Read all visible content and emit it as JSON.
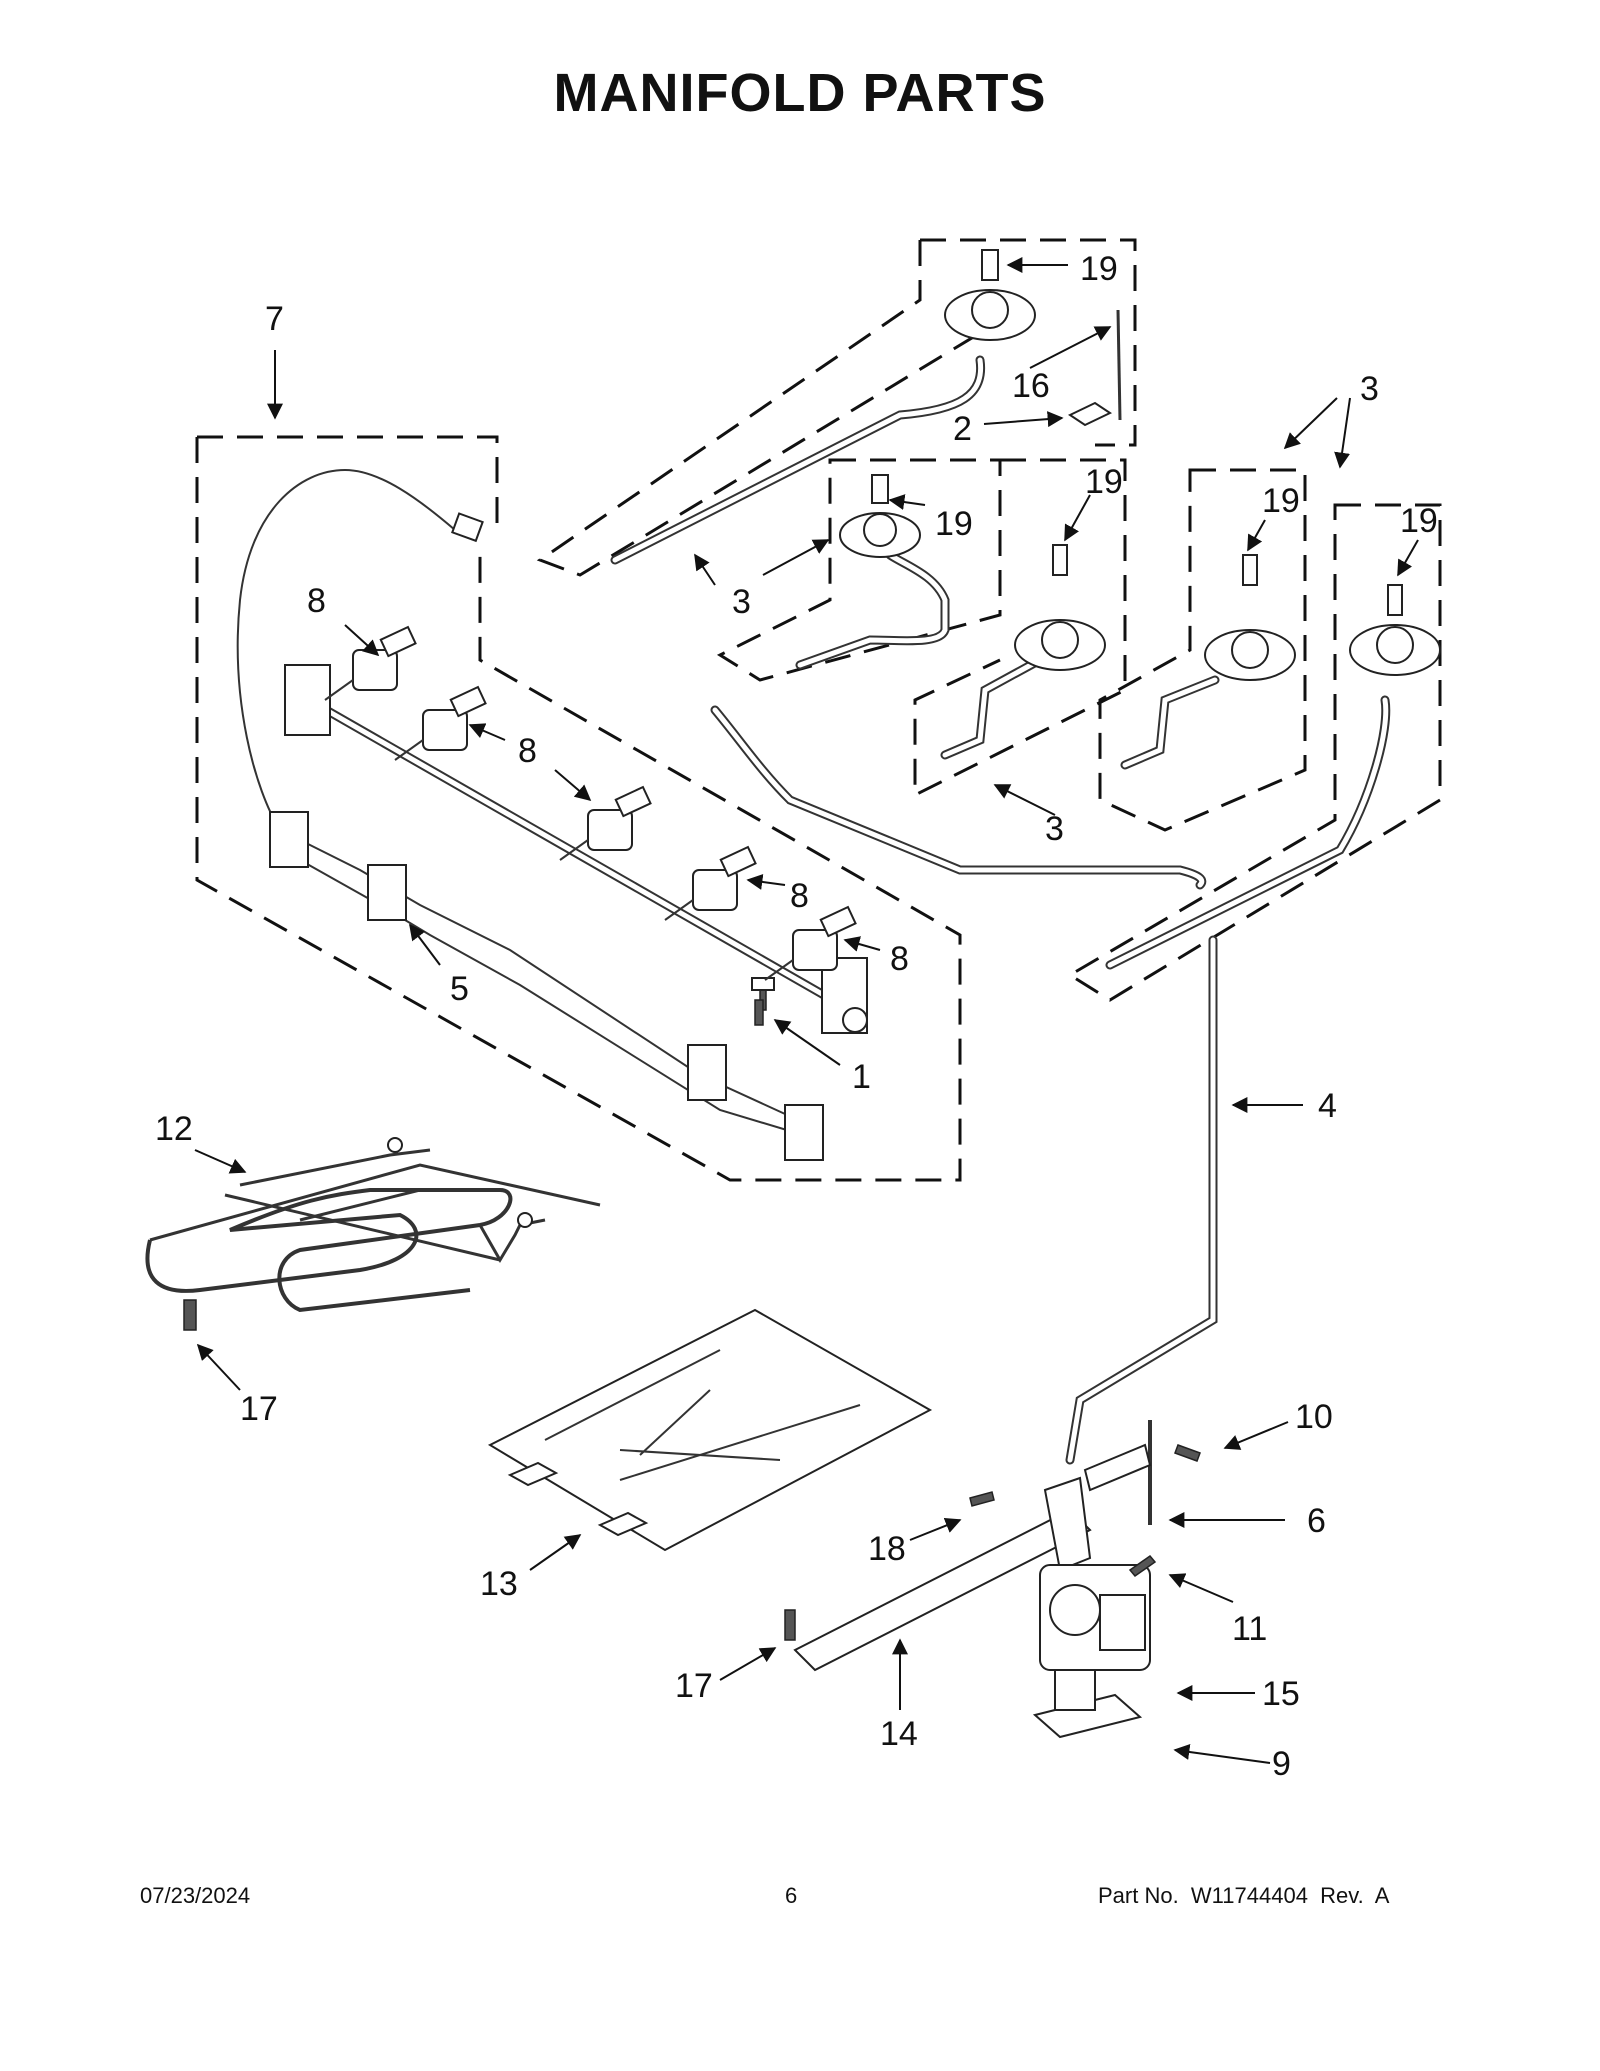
{
  "title": "MANIFOLD PARTS",
  "footer": {
    "date": "07/23/2024",
    "page": "6",
    "part_number": "Part No.  W11744404  Rev.  A"
  },
  "callouts": [
    {
      "id": "c7",
      "label": "7"
    },
    {
      "id": "c19a",
      "label": "19"
    },
    {
      "id": "c16",
      "label": "16"
    },
    {
      "id": "c2",
      "label": "2"
    },
    {
      "id": "c3a",
      "label": "3"
    },
    {
      "id": "c19b",
      "label": "19"
    },
    {
      "id": "c19c",
      "label": "19"
    },
    {
      "id": "c19d",
      "label": "19"
    },
    {
      "id": "c19e",
      "label": "19"
    },
    {
      "id": "c8a",
      "label": "8"
    },
    {
      "id": "c3b",
      "label": "3"
    },
    {
      "id": "c8b",
      "label": "8"
    },
    {
      "id": "c3c",
      "label": "3"
    },
    {
      "id": "c8c",
      "label": "8"
    },
    {
      "id": "c8d",
      "label": "8"
    },
    {
      "id": "c5",
      "label": "5"
    },
    {
      "id": "c1",
      "label": "1"
    },
    {
      "id": "c4",
      "label": "4"
    },
    {
      "id": "c12",
      "label": "12"
    },
    {
      "id": "c17a",
      "label": "17"
    },
    {
      "id": "c10",
      "label": "10"
    },
    {
      "id": "c6",
      "label": "6"
    },
    {
      "id": "c18",
      "label": "18"
    },
    {
      "id": "c13",
      "label": "13"
    },
    {
      "id": "c11",
      "label": "11"
    },
    {
      "id": "c15",
      "label": "15"
    },
    {
      "id": "c17b",
      "label": "17"
    },
    {
      "id": "c14",
      "label": "14"
    },
    {
      "id": "c9",
      "label": "9"
    }
  ]
}
